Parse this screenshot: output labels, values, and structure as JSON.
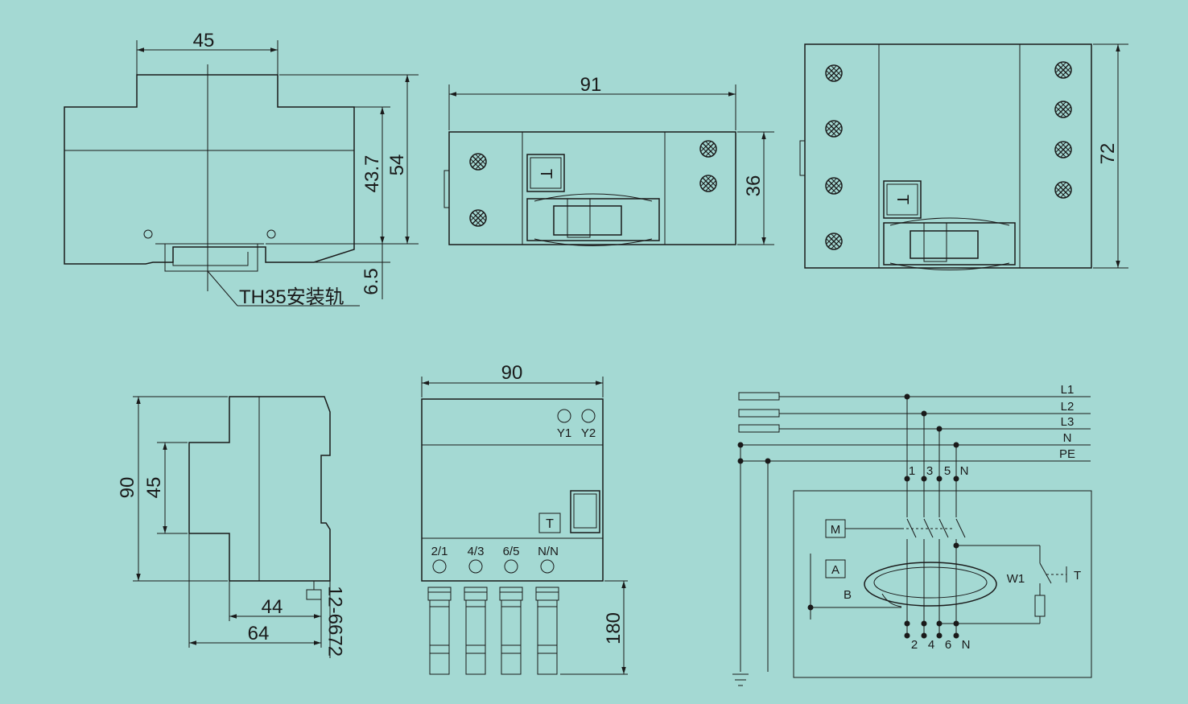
{
  "colors": {
    "background": "#a4d9d3",
    "line": "#1a1a1a"
  },
  "side_view": {
    "dim_width": "45",
    "dim_body_height": "43.7",
    "dim_total_height": "54",
    "dim_rail_depth": "6.5",
    "rail_label": "TH35安装轨"
  },
  "front_1p": {
    "dim_width": "91",
    "dim_height": "36",
    "test_button": "T"
  },
  "front_4p": {
    "dim_height": "72",
    "test_button": "T"
  },
  "profile_view": {
    "dim_total_height": "90",
    "dim_middle_height": "45",
    "dim_depth_front": "44",
    "dim_depth_total": "64",
    "drawing_number": "12-6672"
  },
  "terminal_view": {
    "dim_width": "90",
    "dim_lead_length": "180",
    "aux_terminals": [
      "Y1",
      "Y2"
    ],
    "test_button": "T",
    "main_terminals": [
      "2/1",
      "4/3",
      "6/5",
      "N/N"
    ]
  },
  "schematic": {
    "lines": [
      "L1",
      "L2",
      "L3",
      "N",
      "PE"
    ],
    "input_terminals": [
      "1",
      "3",
      "5",
      "N"
    ],
    "output_terminals": [
      "2",
      "4",
      "6",
      "N"
    ],
    "box_m": "M",
    "box_a": "A",
    "label_b": "B",
    "label_w1": "W1",
    "label_t": "T"
  }
}
